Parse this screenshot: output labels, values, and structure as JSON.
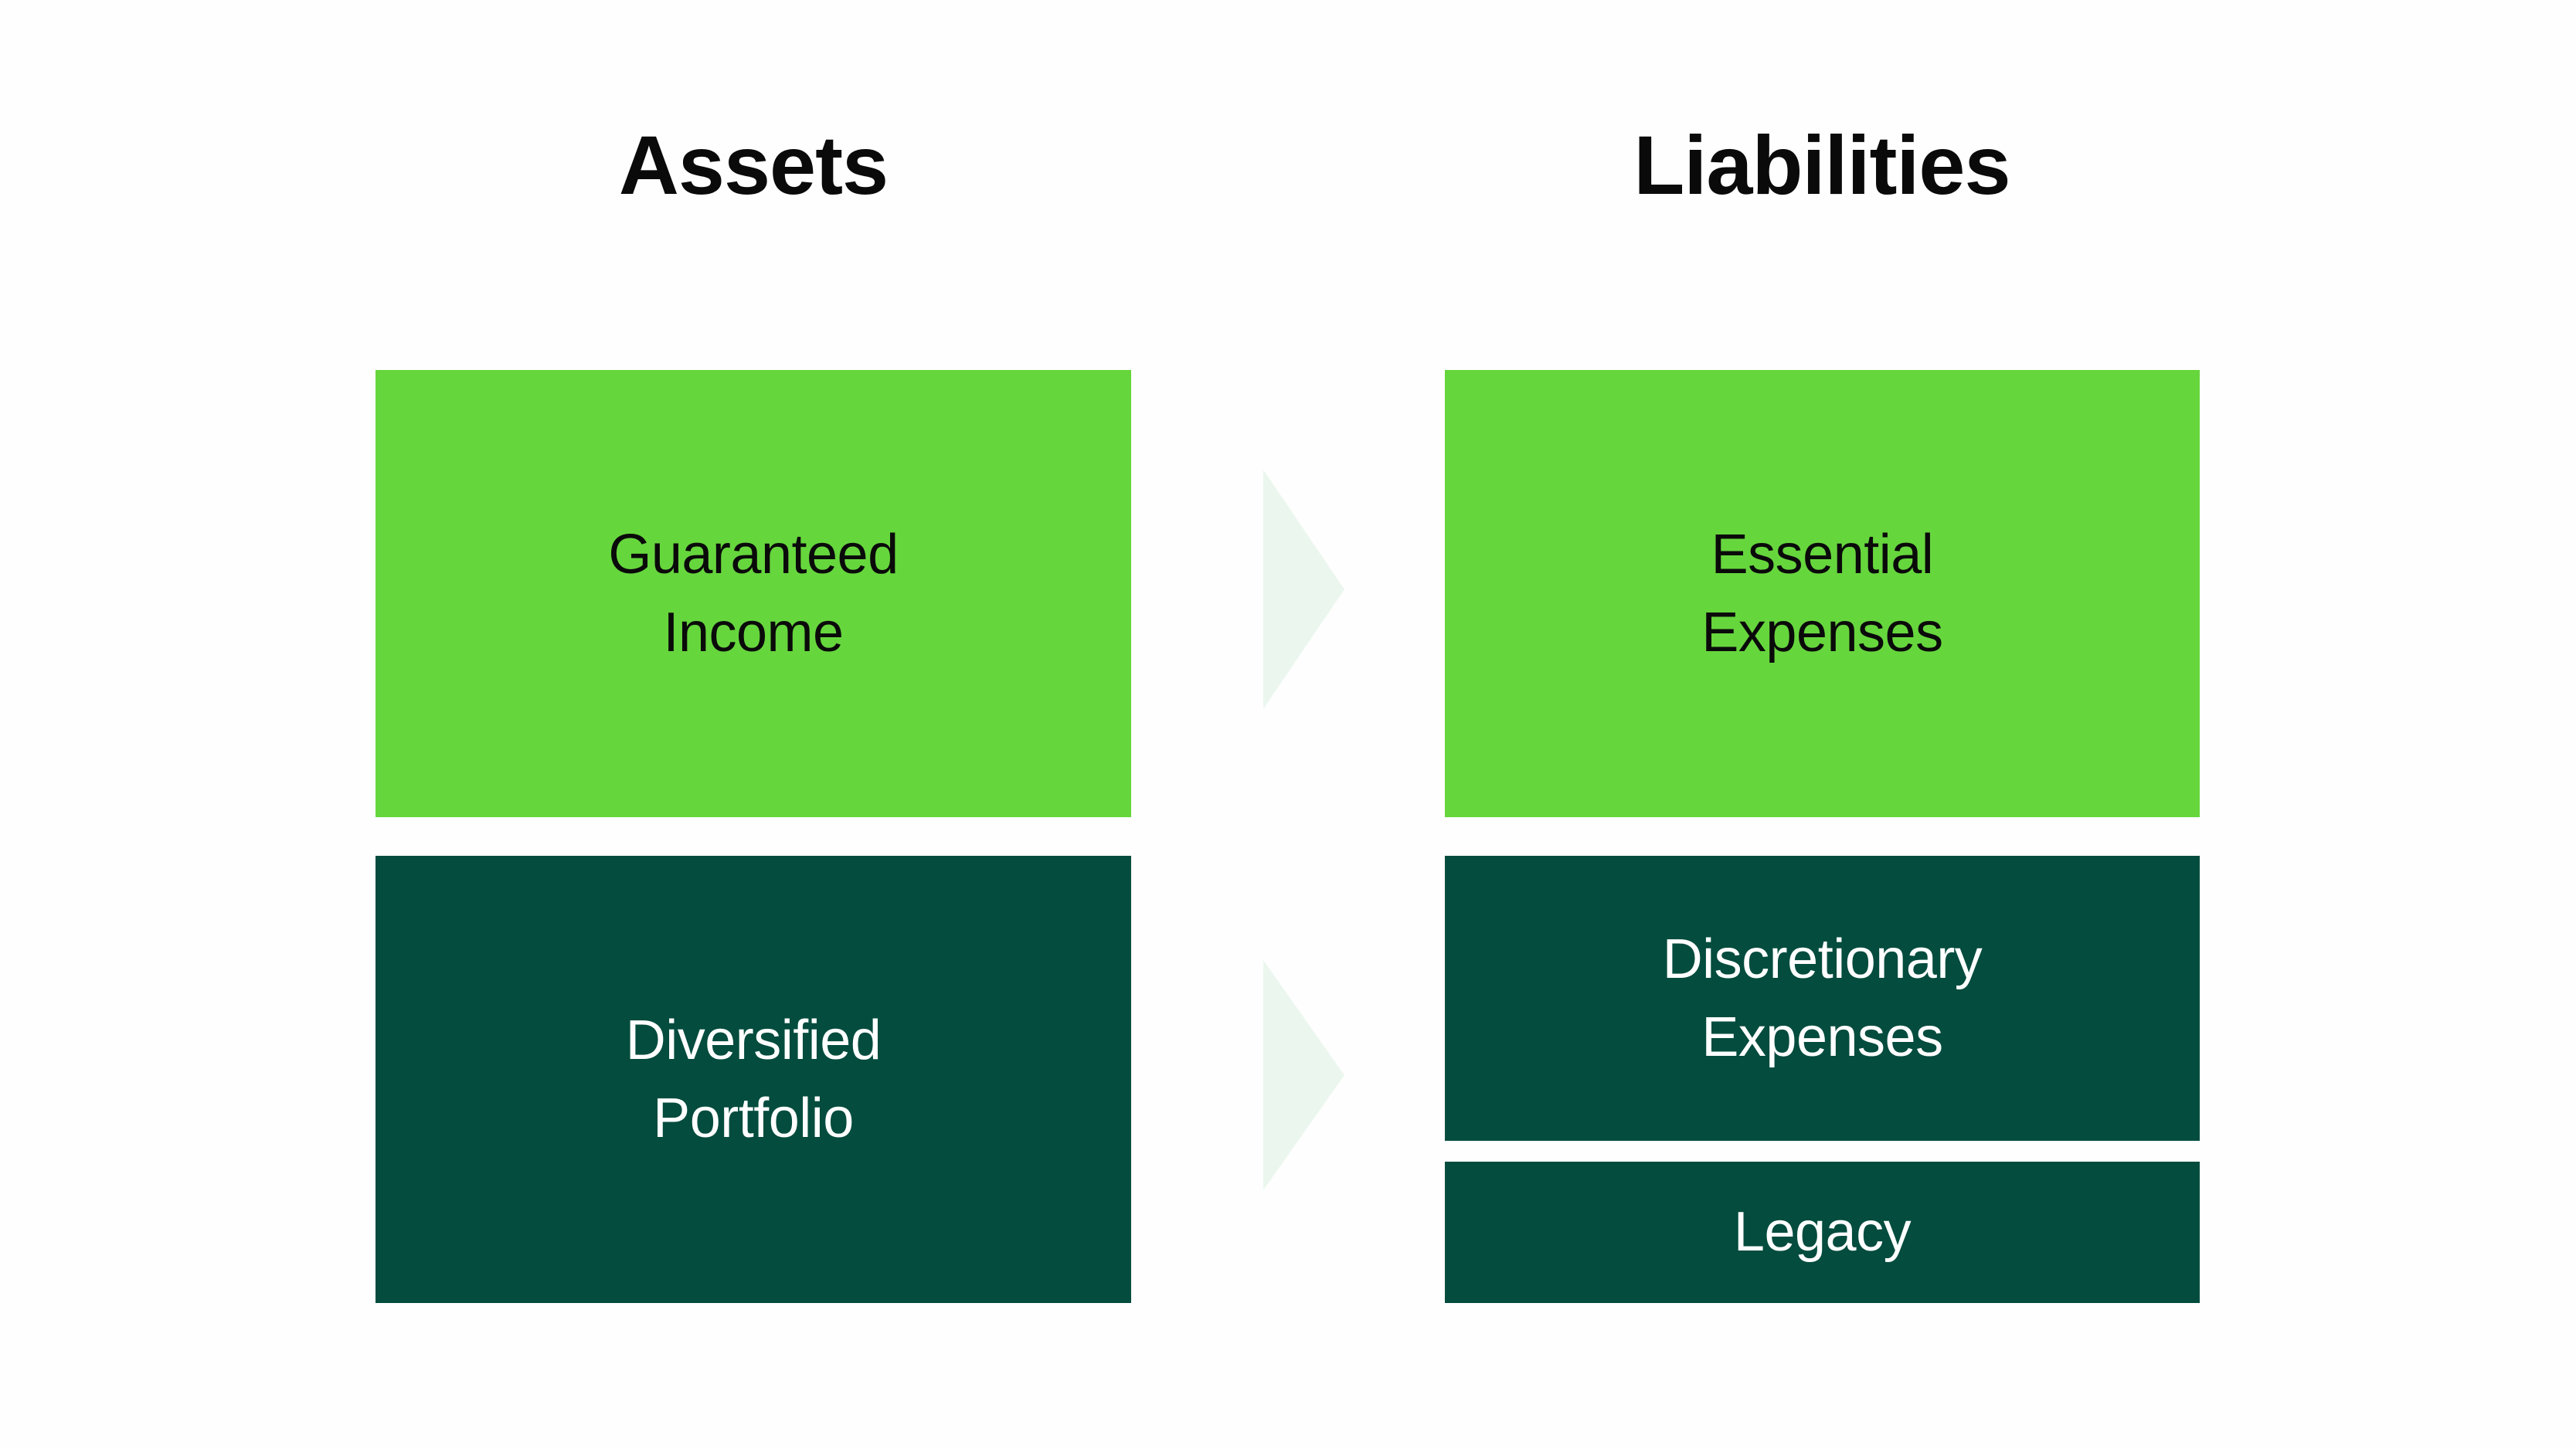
{
  "diagram": {
    "columns": [
      {
        "id": "assets",
        "title": "Assets",
        "boxes": [
          {
            "label": "Guaranteed\nIncome",
            "color": "#66D63D",
            "text_color": "#0A0A0A"
          },
          {
            "label": "Diversified\nPortfolio",
            "color": "#034C3E",
            "text_color": "#FFFFFF"
          }
        ]
      },
      {
        "id": "liabilities",
        "title": "Liabilities",
        "boxes": [
          {
            "label": "Essential\nExpenses",
            "color": "#66D63D",
            "text_color": "#0A0A0A"
          },
          {
            "label": "Discretionary\nExpenses",
            "color": "#034C3E",
            "text_color": "#FFFFFF"
          },
          {
            "label": "Legacy",
            "color": "#034C3E",
            "text_color": "#FFFFFF"
          }
        ]
      }
    ],
    "arrows": [
      {
        "name": "guaranteed-income-to-essential-expenses",
        "direction": "right",
        "color": "#EBF7EE"
      },
      {
        "name": "diversified-portfolio-to-discretionary-expenses",
        "direction": "right",
        "color": "#EBF7EE"
      }
    ],
    "colors": {
      "background": "#FEFEFE",
      "green": "#66D63D",
      "teal": "#034C3E",
      "arrow": "#EBF7EE",
      "title": "#0A0A0A"
    }
  },
  "chart_data": {
    "type": "table",
    "title": "Assets vs Liabilities",
    "categories": [
      "Assets",
      "Liabilities"
    ],
    "series": [
      {
        "name": "Assets",
        "values": [
          "Guaranteed Income",
          "Diversified Portfolio"
        ]
      },
      {
        "name": "Liabilities",
        "values": [
          "Essential Expenses",
          "Discretionary Expenses",
          "Legacy"
        ]
      }
    ],
    "mappings": [
      {
        "from": "Guaranteed Income",
        "to": "Essential Expenses"
      },
      {
        "from": "Diversified Portfolio",
        "to": "Discretionary Expenses"
      }
    ],
    "legend": [],
    "xlabel": "",
    "ylabel": "",
    "grid": false
  }
}
